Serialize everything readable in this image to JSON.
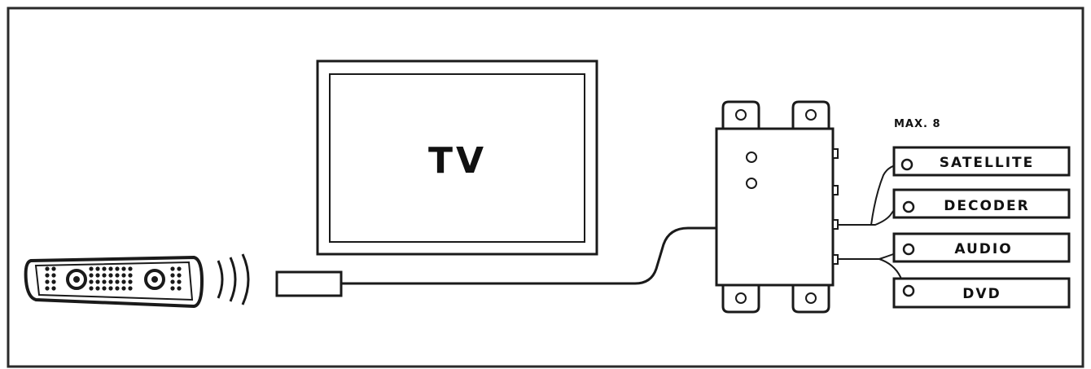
{
  "tv": {
    "label": "TV"
  },
  "hub": {
    "max_label": "MAX. 8"
  },
  "devices": [
    {
      "label": "SATELLITE"
    },
    {
      "label": "DECODER"
    },
    {
      "label": "AUDIO"
    },
    {
      "label": "DVD"
    }
  ],
  "icons": {
    "remote": "remote-control-icon",
    "signal": "ir-signal-waves-icon",
    "receiver": "ir-receiver-icon",
    "hub": "ir-distribution-hub-icon"
  }
}
